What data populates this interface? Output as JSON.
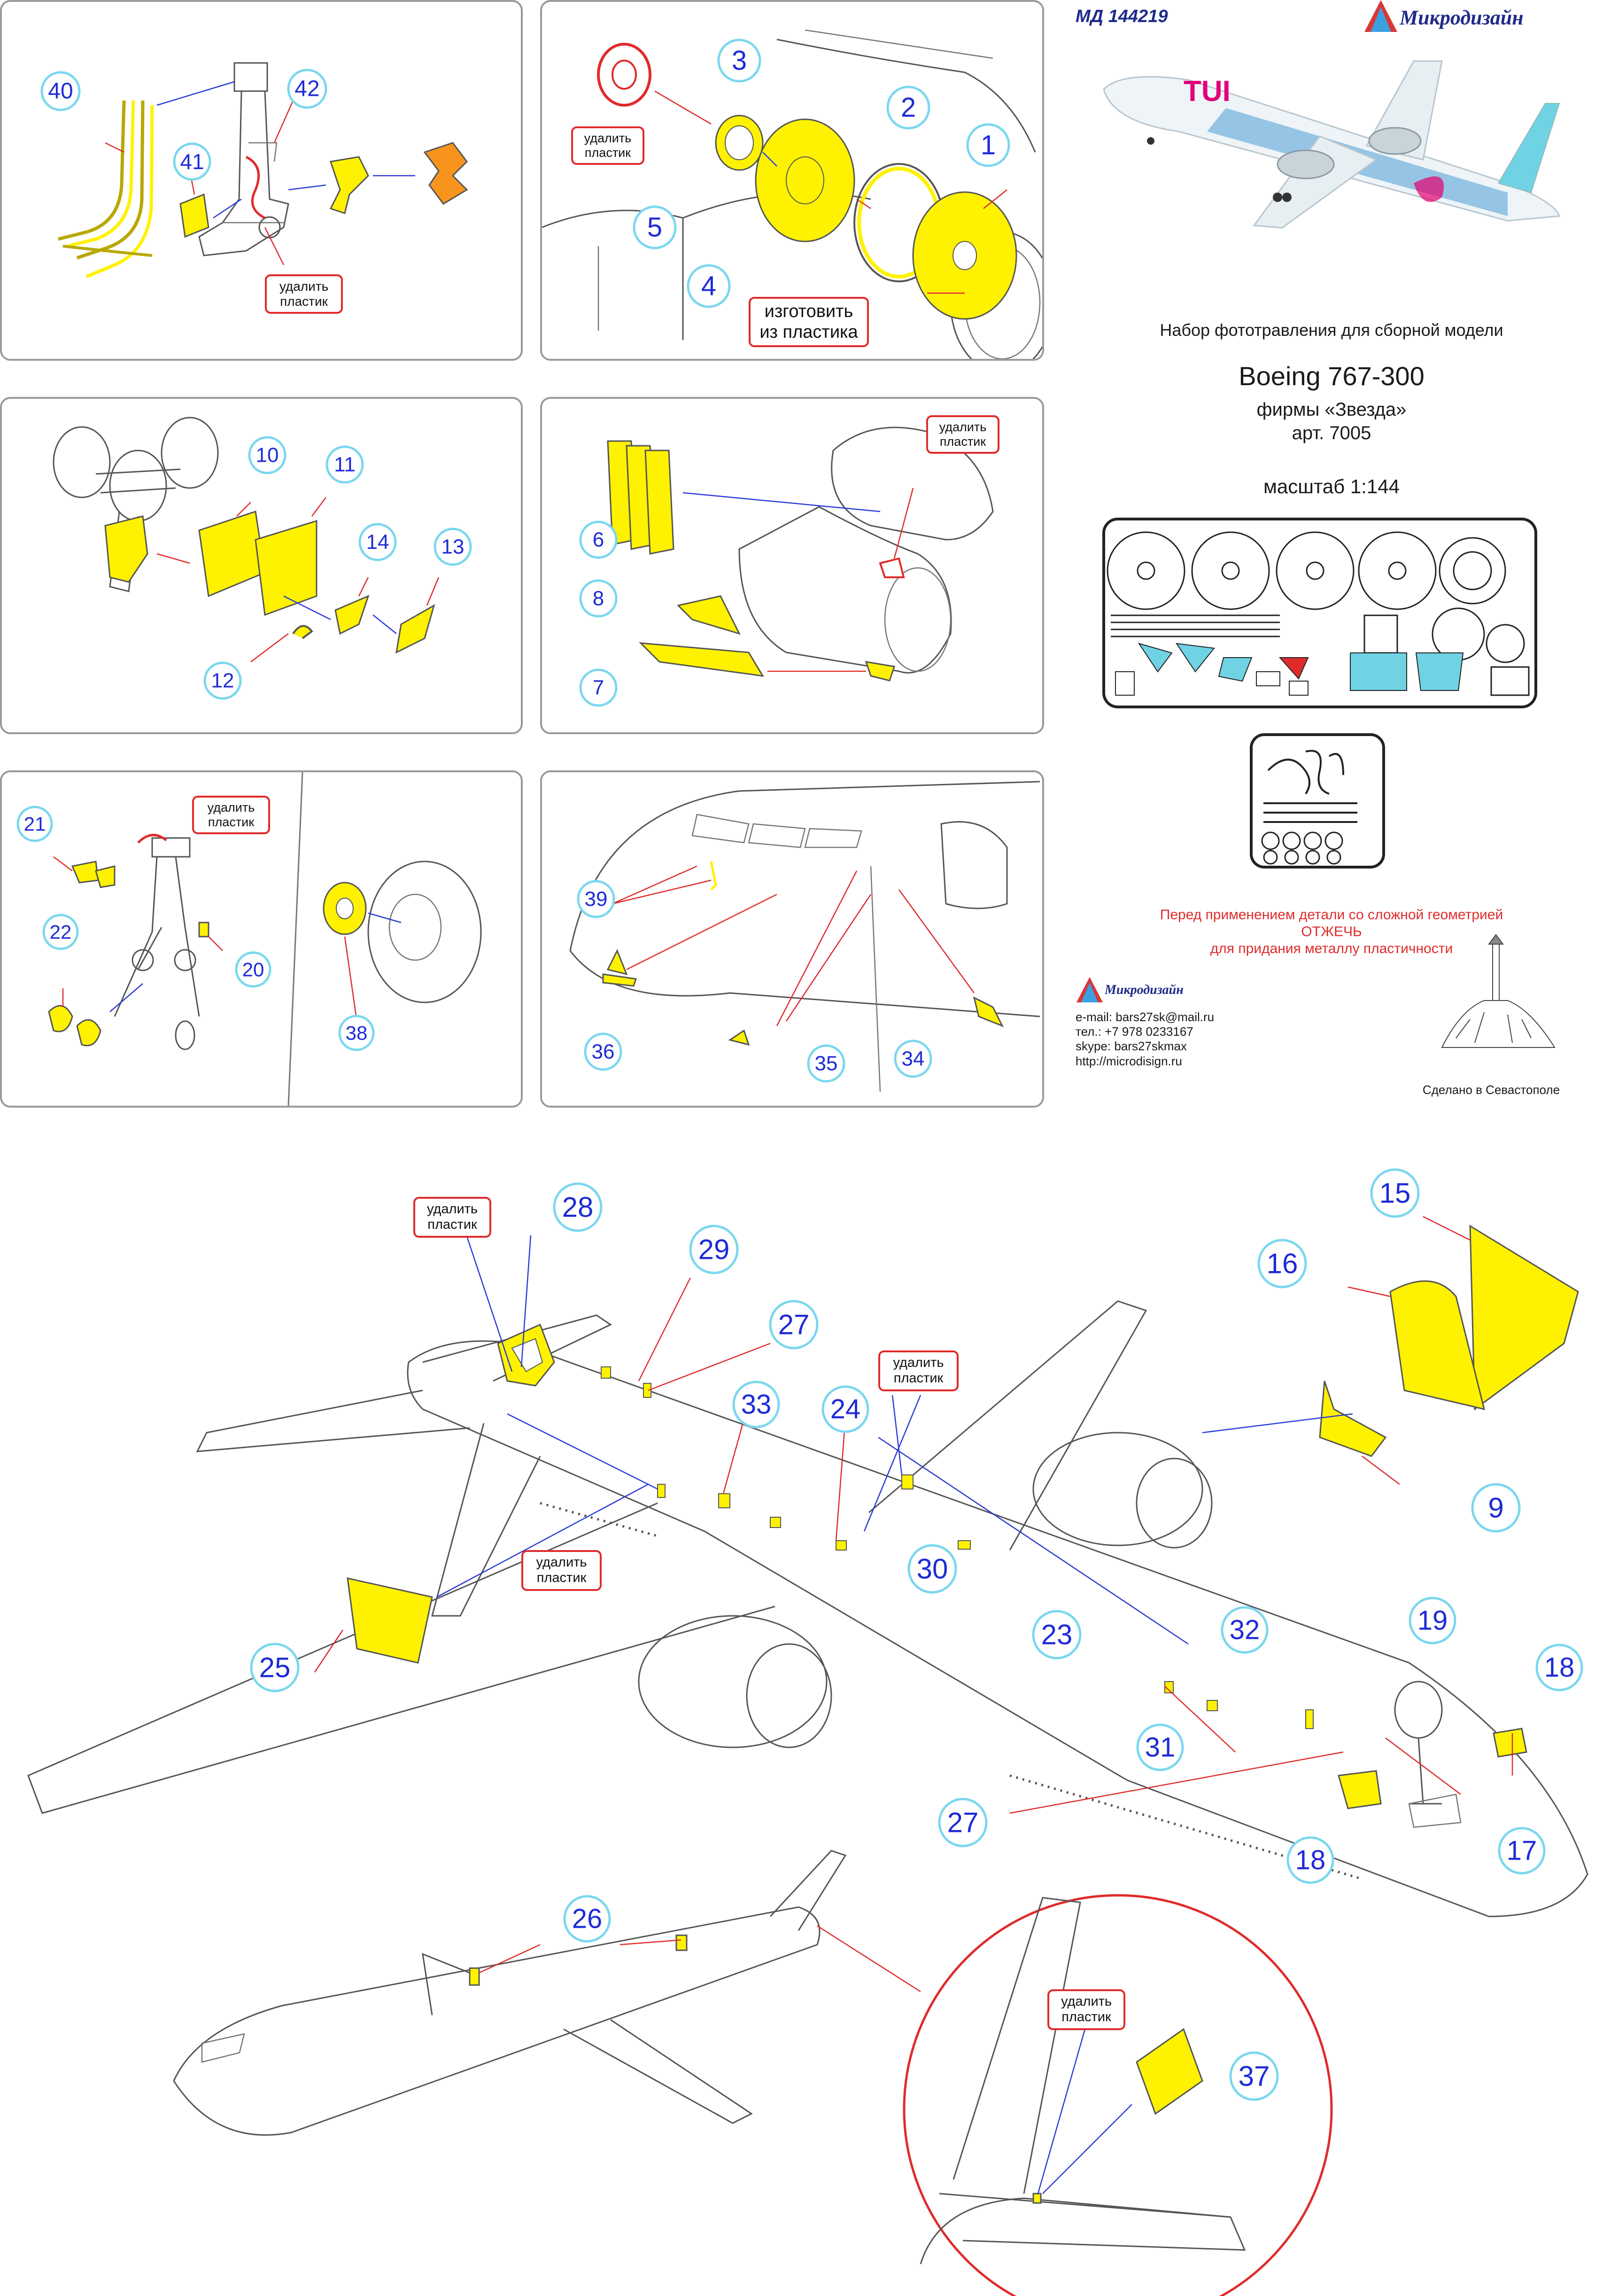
{
  "header": {
    "code": "МД 144219",
    "brand": "Микродизайн"
  },
  "title": {
    "set_line": "Набор фототравления для сборной модели",
    "model": "Boeing 767-300",
    "maker": "фирмы «Звезда»",
    "article": "арт. 7005",
    "scale": "масштаб 1:144",
    "aircraft_livery": "TUI"
  },
  "warning": {
    "line1": "Перед применением детали со сложной геометрией",
    "line2": "ОТЖЕЧЬ",
    "line3": "для придания металлу пластичности"
  },
  "contacts": {
    "brand": "Микродизайн",
    "email": "e-mail: bars27sk@mail.ru",
    "phone": "тел.: +7 978 0233167",
    "skype": "skype: bars27skmax",
    "site": "http://microdisign.ru",
    "made_in": "Сделано в Севастополе"
  },
  "labels": {
    "remove_plastic": "удалить пластик",
    "remove_line1": "удалить",
    "remove_line2": "пластик",
    "make_line1": "изготовить",
    "make_line2": "из пластика"
  },
  "callouts": {
    "p1": [
      "40",
      "42",
      "41"
    ],
    "p2": [
      "3",
      "2",
      "1",
      "5",
      "4"
    ],
    "p3": [
      "10",
      "11",
      "14",
      "13",
      "12"
    ],
    "p4": [
      "6",
      "8",
      "7"
    ],
    "p5": [
      "21",
      "22",
      "20",
      "38"
    ],
    "p6": [
      "39",
      "36",
      "35",
      "34"
    ],
    "main": [
      "28",
      "29",
      "27",
      "33",
      "24",
      "15",
      "16",
      "9",
      "30",
      "23",
      "25",
      "32",
      "19",
      "18",
      "31",
      "27",
      "18",
      "17",
      "26",
      "37"
    ]
  },
  "colors": {
    "part_fill": "#fff200",
    "callout_ring": "#7ad7ef",
    "callout_text": "#1e2ad8",
    "warn_text": "#e02b2b",
    "panel_border": "#9a9a9a",
    "livery_teal": "#6fd3e4"
  }
}
